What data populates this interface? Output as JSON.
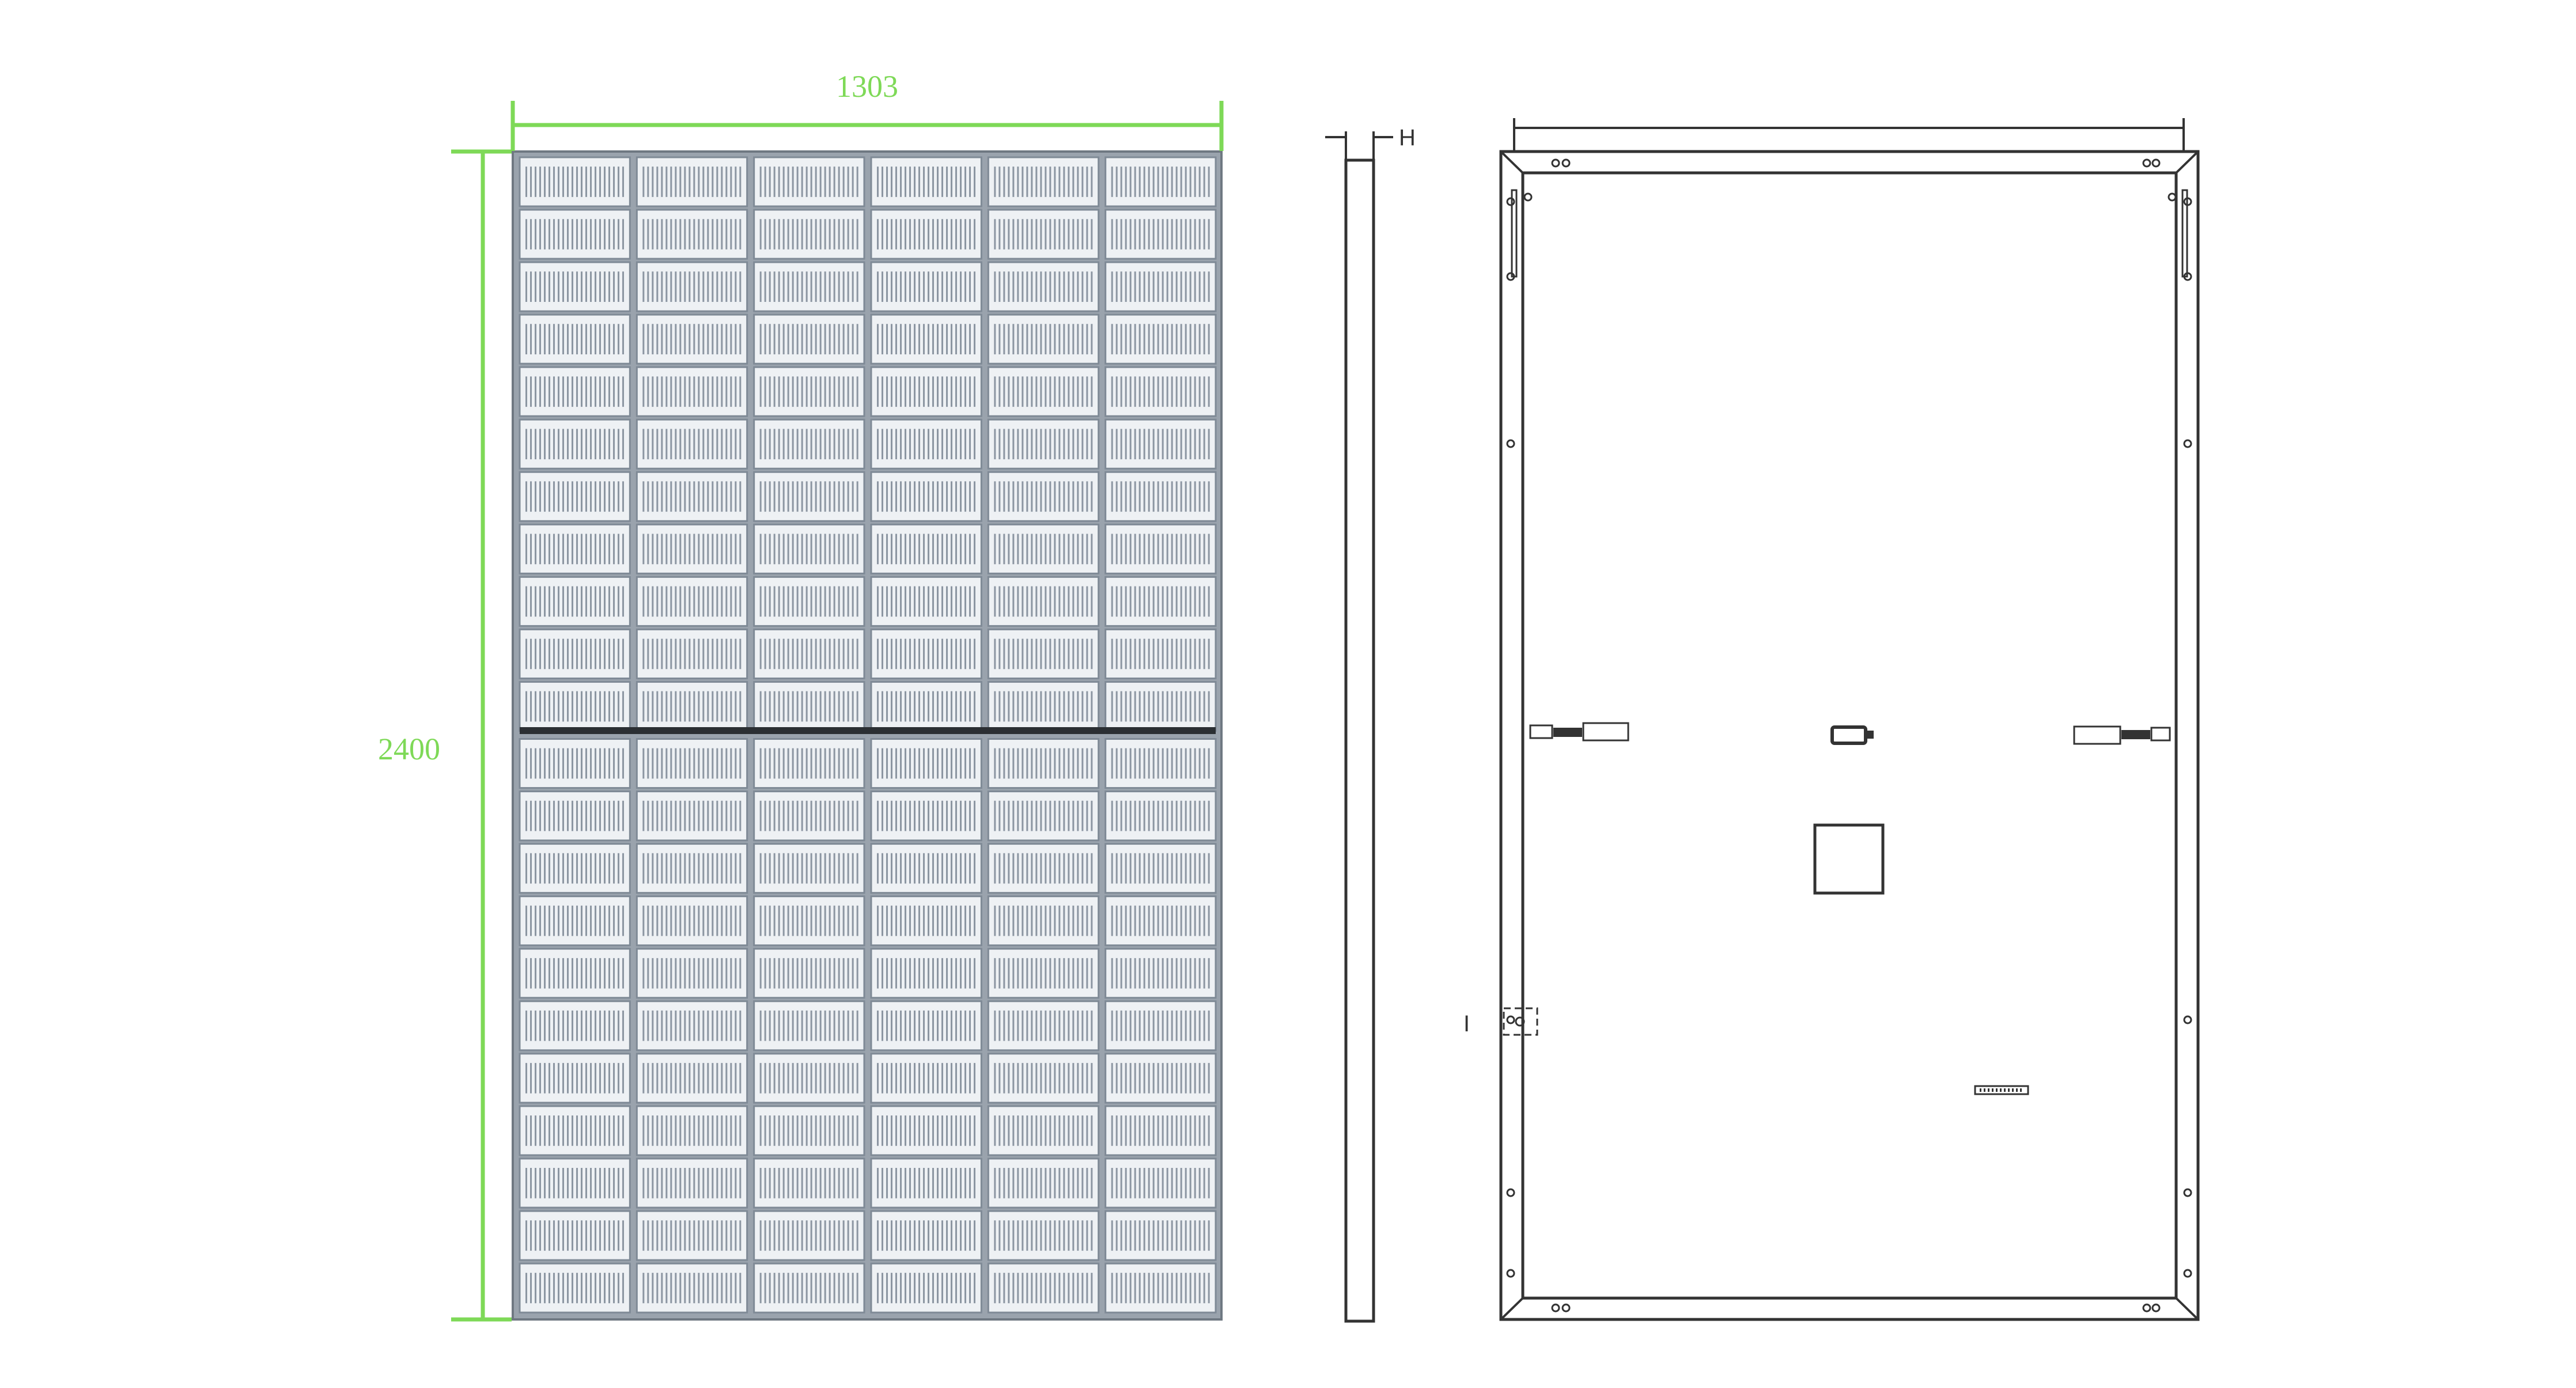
{
  "dimensions": {
    "width_label": "1303",
    "height_label": "2400"
  },
  "side_view": {
    "thickness_label": "H"
  },
  "back_view": {
    "detail_label": "I"
  },
  "colors": {
    "dimension": "#7ed957",
    "line": "#333333",
    "cell_fill": "#eef1f4",
    "cell_stroke": "#7f8a96",
    "frame": "#9aa3ad"
  },
  "front_view": {
    "cell_columns": 6,
    "cell_rows": 22
  }
}
